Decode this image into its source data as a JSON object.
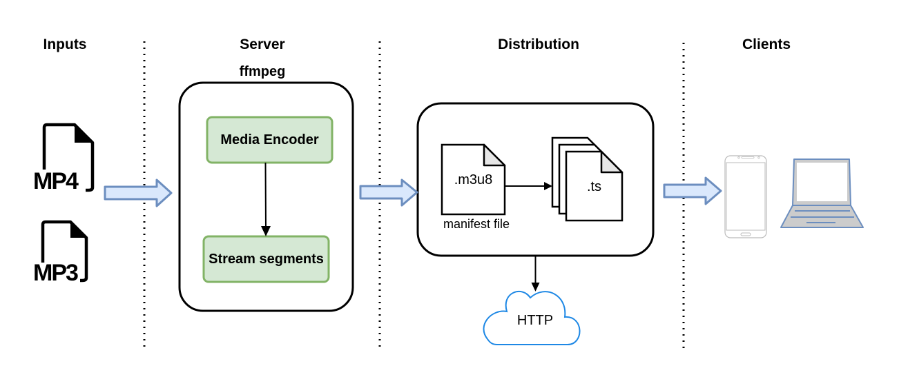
{
  "columns": {
    "inputs": "Inputs",
    "server": "Server",
    "distribution": "Distribution",
    "clients": "Clients"
  },
  "server": {
    "group_label": "ffmpeg",
    "encoder_label": "Media Encoder",
    "segments_label": "Stream segments"
  },
  "distribution": {
    "manifest_name": ".m3u8",
    "manifest_caption": "manifest file",
    "segment_name": ".ts",
    "protocol": "HTTP"
  },
  "inputs": {
    "file1": "MP4",
    "file2": "MP3"
  },
  "clients": {
    "devices": [
      "smartphone-icon",
      "laptop-icon"
    ]
  },
  "colors": {
    "box_fill": "#d5e8d4",
    "box_stroke": "#82b366",
    "arrow_fill": "#dae8fc",
    "arrow_stroke": "#6c8ebf",
    "cloud_stroke": "#1e88e5",
    "device_stroke": "#6c8ebf",
    "laptop_fill": "#cccccc"
  }
}
